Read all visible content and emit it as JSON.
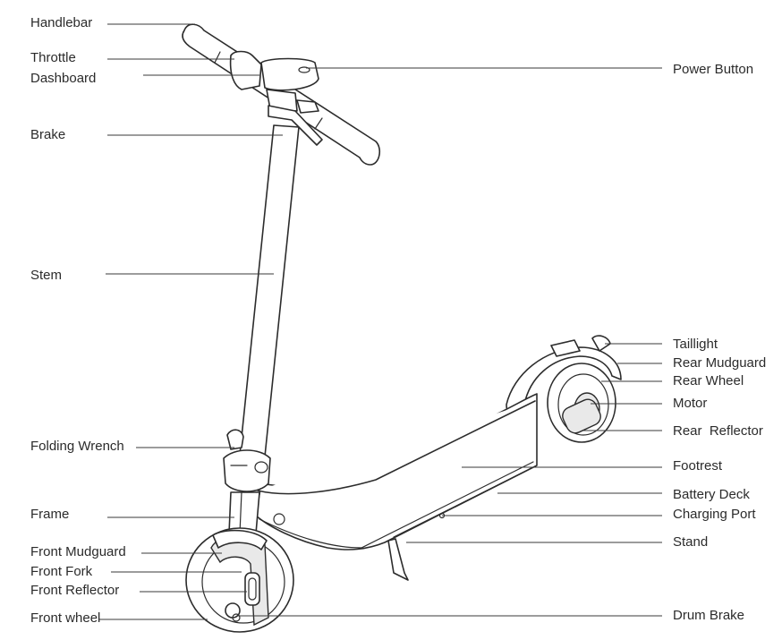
{
  "diagram": {
    "labels_left": [
      {
        "id": "handlebar",
        "text": "Handlebar"
      },
      {
        "id": "throttle",
        "text": "Throttle"
      },
      {
        "id": "dashboard",
        "text": "Dashboard"
      },
      {
        "id": "brake",
        "text": "Brake"
      },
      {
        "id": "stem",
        "text": "Stem"
      },
      {
        "id": "folding-wrench",
        "text": "Folding Wrench"
      },
      {
        "id": "frame",
        "text": "Frame"
      },
      {
        "id": "front-mudguard",
        "text": "Front Mudguard"
      },
      {
        "id": "front-fork",
        "text": "Front Fork"
      },
      {
        "id": "front-reflector",
        "text": "Front Reflector"
      },
      {
        "id": "front-wheel",
        "text": "Front wheel"
      }
    ],
    "labels_right": [
      {
        "id": "power-button",
        "text": "Power Button"
      },
      {
        "id": "taillight",
        "text": "Taillight"
      },
      {
        "id": "rear-mudguard",
        "text": "Rear Mudguard"
      },
      {
        "id": "rear-wheel",
        "text": "Rear Wheel"
      },
      {
        "id": "motor",
        "text": "Motor"
      },
      {
        "id": "rear-reflector",
        "text": "Rear  Reflector"
      },
      {
        "id": "footrest",
        "text": "Footrest"
      },
      {
        "id": "battery-deck",
        "text": "Battery Deck"
      },
      {
        "id": "charging-port",
        "text": "Charging Port"
      },
      {
        "id": "stand",
        "text": "Stand"
      },
      {
        "id": "drum-brake",
        "text": "Drum Brake"
      }
    ]
  }
}
